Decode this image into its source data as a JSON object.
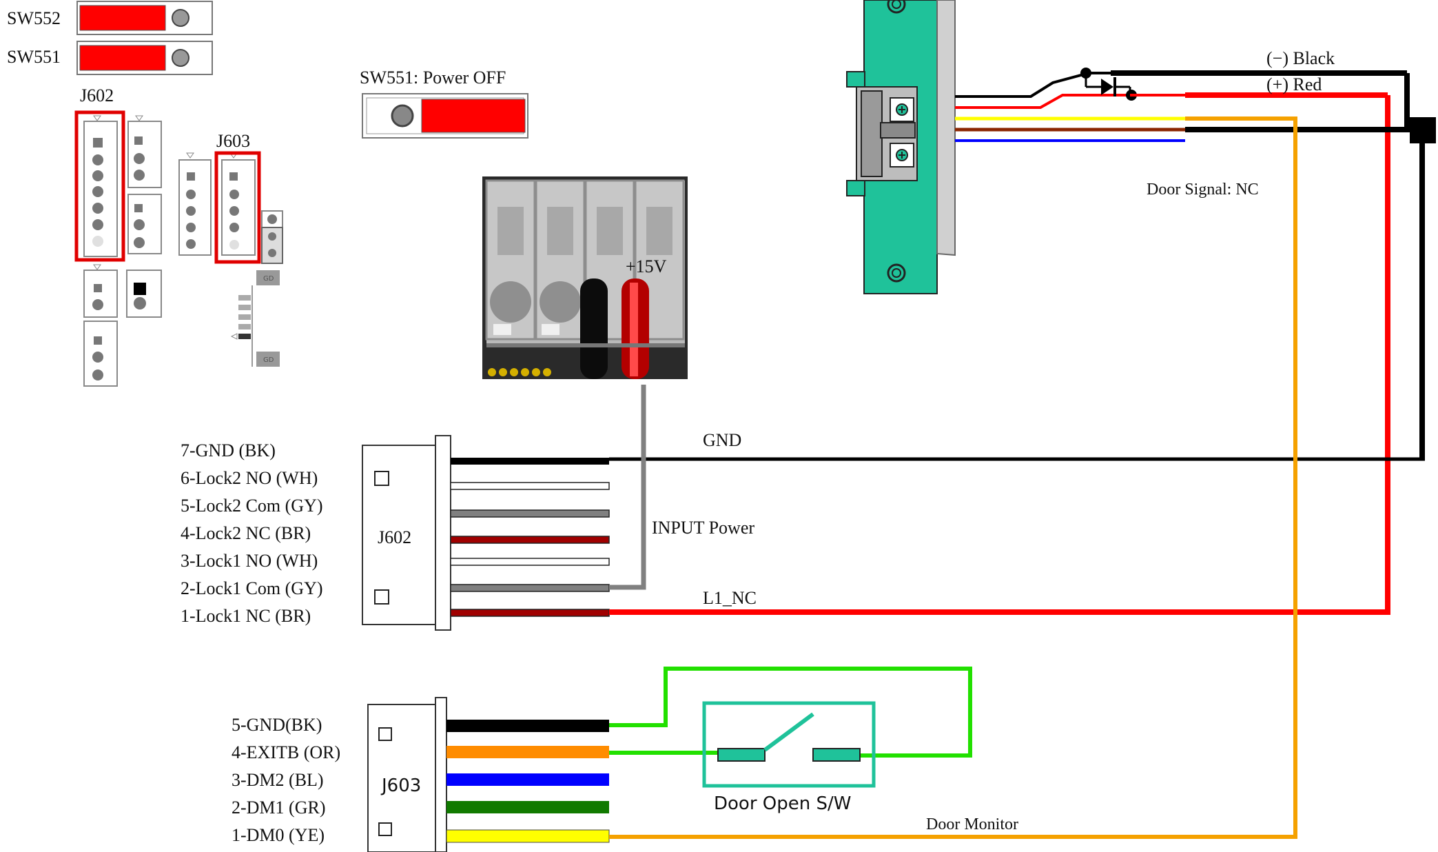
{
  "switches": {
    "sw552_label": "SW552",
    "sw551_label": "SW551",
    "power_off_label": "SW551: Power OFF"
  },
  "board": {
    "j602_label": "J602",
    "j603_label": "J603"
  },
  "photo": {
    "voltage_label": "+15V"
  },
  "door_lock": {
    "minus_label": "(−) Black",
    "plus_label": "(+) Red",
    "signal_label": "Door Signal: NC"
  },
  "j602_connector": {
    "label": "J602",
    "pins": [
      "7-GND (BK)",
      "6-Lock2 NO (WH)",
      "5-Lock2 Com (GY)",
      "4-Lock2 NC (BR)",
      "3-Lock1 NO (WH)",
      "2-Lock1 Com (GY)",
      "1-Lock1 NC (BR)"
    ]
  },
  "j603_connector": {
    "label": "J603",
    "pins": [
      "5-GND(BK)",
      "4-EXITB (OR)",
      "3-DM2 (BL)",
      "2-DM1 (GR)",
      "1-DM0 (YE)"
    ]
  },
  "wires": {
    "gnd_label": "GND",
    "input_power_label": "INPUT Power",
    "l1_nc_label": "L1_NC",
    "door_monitor_label": "Door Monitor"
  },
  "exit_switch": {
    "label": "Door Open S/W"
  },
  "colors": {
    "red": "#ff0000",
    "black": "#000000",
    "orange": "#f5a100",
    "green": "#22e000",
    "teal": "#1fc29a",
    "yellow": "#ffff00",
    "blue": "#0000ff",
    "dm1_green": "#117a00",
    "brown": "#8b0000",
    "gray": "#808080"
  }
}
